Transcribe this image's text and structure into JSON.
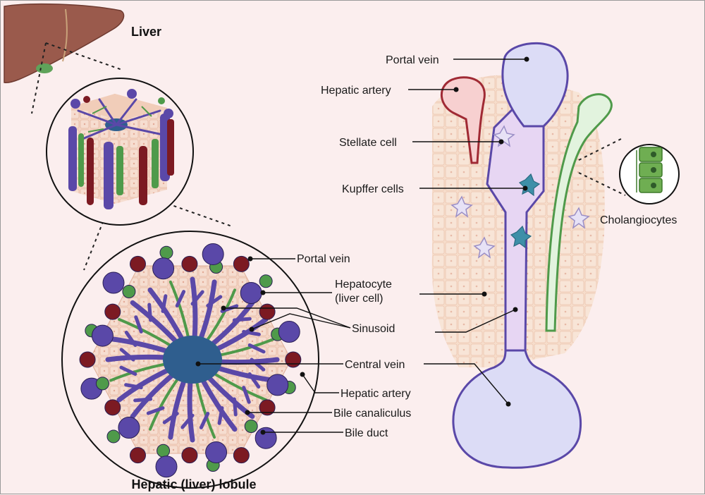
{
  "titles": {
    "liver": "Liver",
    "lobule": "Hepatic (liver) lobule"
  },
  "lobule_labels": {
    "portal_vein": "Portal vein",
    "hepatocyte_1": "Hepatocyte",
    "hepatocyte_2": "(liver cell)",
    "sinusoid": "Sinusoid",
    "central_vein": "Central vein",
    "hepatic_artery": "Hepatic artery",
    "bile_canaliculus": "Bile canaliculus",
    "bile_duct": "Bile duct"
  },
  "detail_labels": {
    "portal_vein": "Portal vein",
    "hepatic_artery": "Hepatic artery",
    "stellate_cell": "Stellate cell",
    "kupffer_cells": "Kupffer cells",
    "cholangiocytes": "Cholangiocytes"
  },
  "colors": {
    "background": "#fbeeee",
    "portal_vein": "#5a48a8",
    "hepatic_artery": "#7c1a22",
    "bile_duct": "#4f9a4a",
    "central_vein": "#2f5e8e",
    "hepatocyte": "#f3d2bf",
    "vessel_lumen": "#dcdcf6"
  }
}
